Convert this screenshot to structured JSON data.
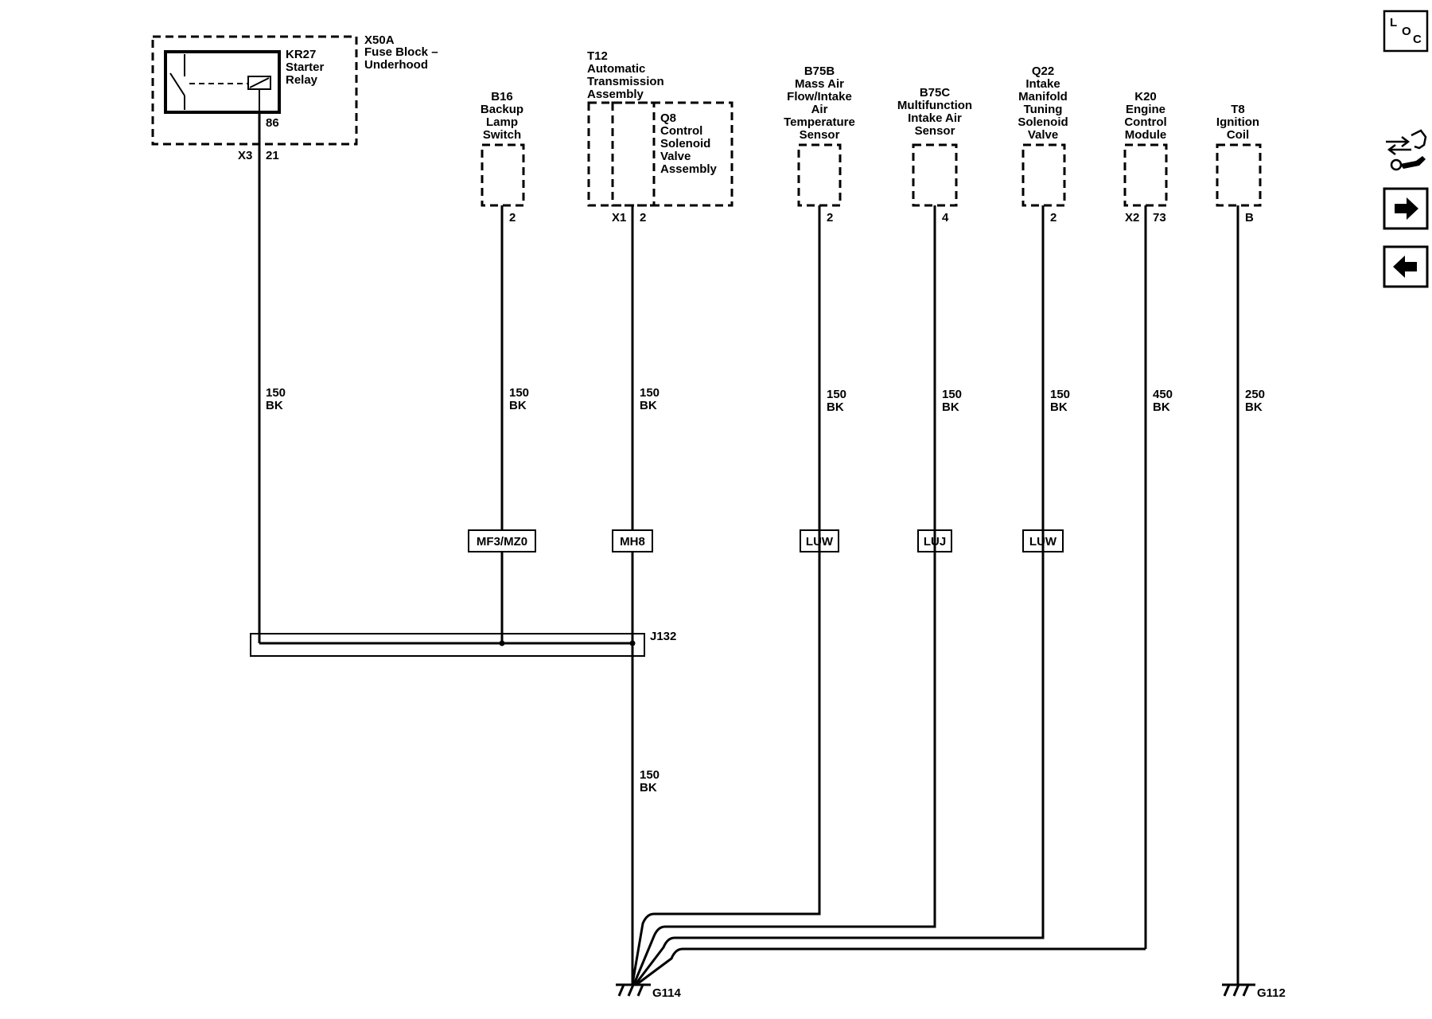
{
  "relay": {
    "block_id": "X50A",
    "block_name_1": "Fuse Block –",
    "block_name_2": "Underhood",
    "id": "KR27",
    "name_1": "Starter",
    "name_2": "Relay",
    "pin": "86",
    "connector": "X3",
    "connector_pin": "21"
  },
  "components": [
    {
      "id": "B16",
      "lines": [
        "Backup",
        "Lamp",
        "Switch"
      ],
      "pin": "2",
      "wire_gauge": "150",
      "wire_color": "BK",
      "option": "MF3/MZ0"
    },
    {
      "id": "T12",
      "lines": [
        "Automatic",
        "Transmission",
        "Assembly"
      ],
      "sub_id": "Q8",
      "sub_lines": [
        "Control",
        "Solenoid",
        "Valve",
        "Assembly"
      ],
      "connector": "X1",
      "pin": "2",
      "wire_gauge": "150",
      "wire_color": "BK",
      "option": "MH8"
    },
    {
      "id": "B75B",
      "lines": [
        "Mass Air",
        "Flow/Intake",
        "Air",
        "Temperature",
        "Sensor"
      ],
      "pin": "2",
      "wire_gauge": "150",
      "wire_color": "BK",
      "option": "LUW"
    },
    {
      "id": "B75C",
      "lines": [
        "Multifunction",
        "Intake Air",
        "Sensor"
      ],
      "pin": "4",
      "wire_gauge": "150",
      "wire_color": "BK",
      "option": "LUJ"
    },
    {
      "id": "Q22",
      "lines": [
        "Intake",
        "Manifold",
        "Tuning",
        "Solenoid",
        "Valve"
      ],
      "pin": "2",
      "wire_gauge": "150",
      "wire_color": "BK",
      "option": "LUW"
    },
    {
      "id": "K20",
      "lines": [
        "Engine",
        "Control",
        "Module"
      ],
      "connector": "X2",
      "pin": "73",
      "wire_gauge": "450",
      "wire_color": "BK"
    },
    {
      "id": "T8",
      "lines": [
        "Ignition",
        "Coil"
      ],
      "pin": "B",
      "wire_gauge": "250",
      "wire_color": "BK"
    }
  ],
  "relay_wire": {
    "gauge": "150",
    "color": "BK"
  },
  "splice": {
    "id": "J132"
  },
  "ground_wire": {
    "gauge": "150",
    "color": "BK"
  },
  "grounds": {
    "left": "G114",
    "right": "G112"
  },
  "toolbar": {
    "loc_l": "L",
    "loc_o": "O",
    "loc_c": "C",
    "icons": [
      "locator-icon",
      "diagnostic-tools-icon",
      "arrow-right-icon",
      "arrow-left-icon"
    ]
  }
}
